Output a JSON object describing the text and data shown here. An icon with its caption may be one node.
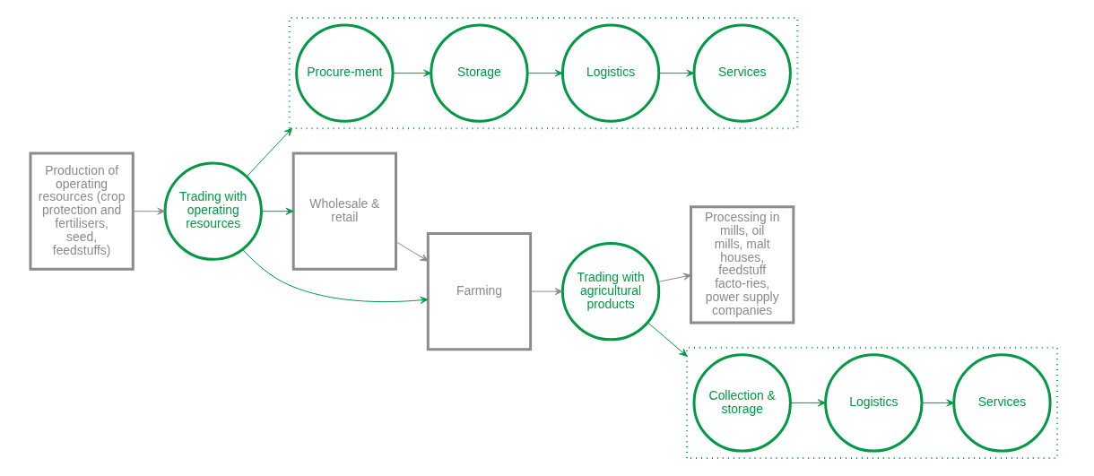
{
  "diagram": {
    "nodes": [
      {
        "text": [
          "Production of operating resources (crop protection and fertilisers, seed, feedstuffs)"
        ]
      },
      {
        "text": [
          "Trading with operating resources"
        ]
      },
      {
        "text": [
          "Wholesale & retail"
        ]
      },
      {
        "text": [
          "Farming"
        ]
      },
      {
        "text": [
          "Trading with agricultural products"
        ]
      },
      {
        "text": [
          "Processing in mills, oil mills, malt houses, feedstuff facto-ries, power supply companies"
        ]
      },
      {
        "text": [],
        "shape": "box"
      },
      {
        "text": [
          "Procure-ment"
        ],
        "in": 6
      },
      {
        "text": [
          "Storage"
        ],
        "in": 6
      },
      {
        "text": [
          "Logistics"
        ],
        "in": 6
      },
      {
        "text": [
          "Services"
        ],
        "in": 6
      },
      {
        "text": [],
        "shape": "box"
      },
      {
        "text": [
          "Collection & storage"
        ],
        "in": 11
      },
      {
        "text": [
          "Logistics"
        ],
        "in": 11
      },
      {
        "text": [
          "Services"
        ],
        "in": 11
      }
    ],
    "edges": [
      {
        "from": 0,
        "to": 1,
        "arrow": "to",
        "color": "#8c8c8c"
      },
      {
        "from": 1,
        "to": 3,
        "arrow": "to"
      },
      {
        "from": 1,
        "to": 2,
        "arrow": "to"
      },
      {
        "from": 2,
        "to": 3,
        "arrow": "to",
        "color": "#8c8c8c"
      },
      {
        "from": 3,
        "to": 4,
        "arrow": "to",
        "color": "#8c8c8c"
      },
      {
        "from": 4,
        "to": 5,
        "arrow": "to",
        "color": "#8c8c8c"
      },
      {
        "from": 1,
        "to": 6,
        "arrow": "to"
      },
      {
        "from": 7,
        "to": 8,
        "arrow": "to"
      },
      {
        "from": 8,
        "to": 9,
        "arrow": "to"
      },
      {
        "from": 9,
        "to": 10,
        "arrow": "to"
      },
      {
        "from": 4,
        "to": 11,
        "arrow": "to"
      },
      {
        "from": 12,
        "to": 13,
        "arrow": "to"
      },
      {
        "from": 13,
        "to": 14,
        "arrow": "to"
      }
    ]
  }
}
